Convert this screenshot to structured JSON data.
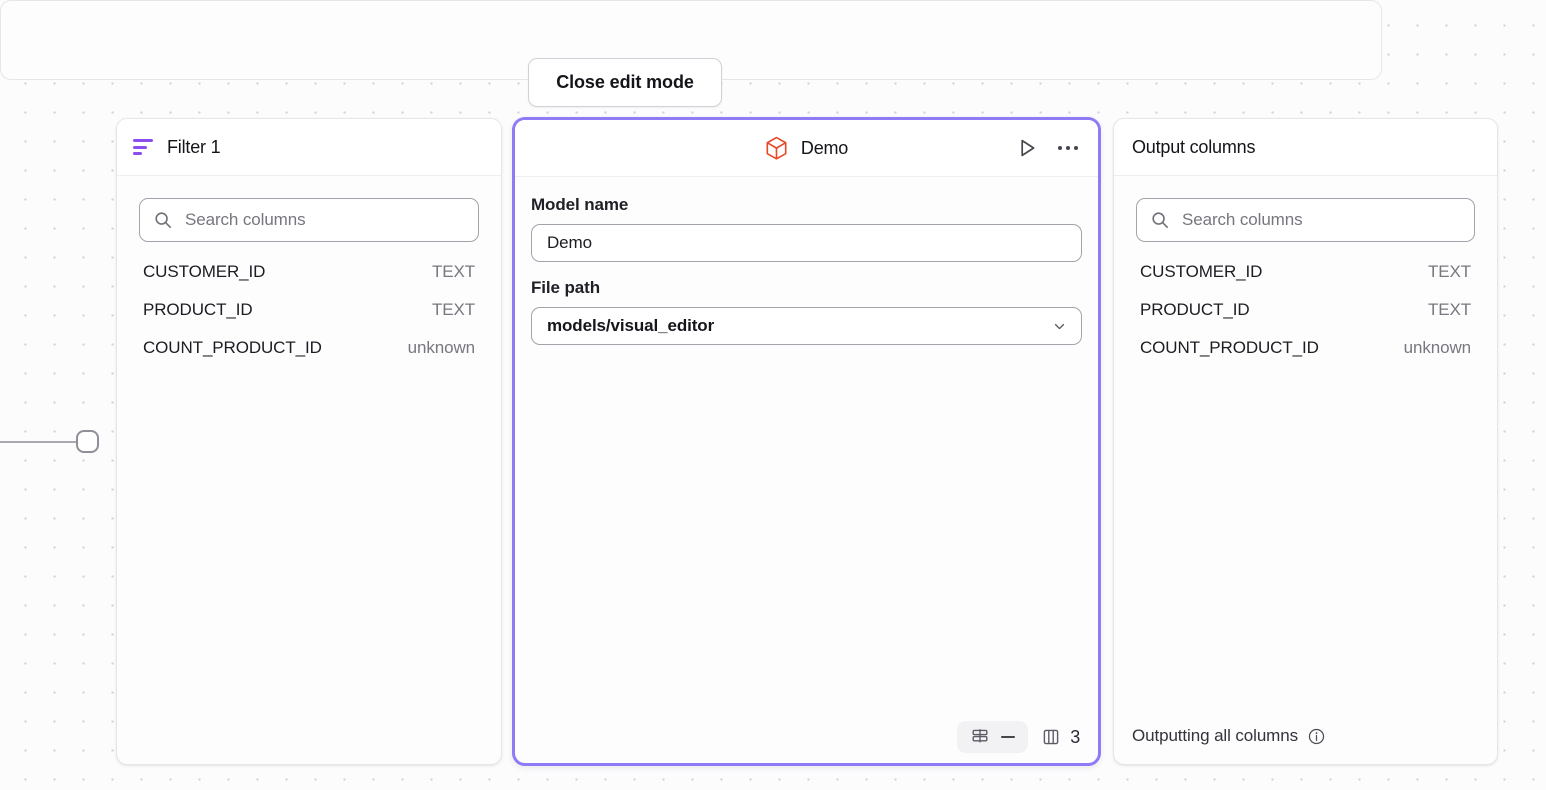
{
  "canvas": {
    "background_color": "#fcfcfd",
    "dot_color": "#cfcfd6",
    "selection_color": "#8e7bf5"
  },
  "toolbar": {
    "close_edit_mode_label": "Close edit mode"
  },
  "edge": {
    "handle_name": "connector-handle"
  },
  "filter_node": {
    "title": "Filter 1",
    "icon": "filter-icon",
    "icon_color": "#8b4df0",
    "search": {
      "placeholder": "Search columns",
      "icon": "search-icon",
      "value": ""
    },
    "columns": [
      {
        "name": "CUSTOMER_ID",
        "type": "TEXT"
      },
      {
        "name": "PRODUCT_ID",
        "type": "TEXT"
      },
      {
        "name": "COUNT_PRODUCT_ID",
        "type": "unknown"
      }
    ]
  },
  "demo_node": {
    "title": "Demo",
    "icon": "cube-icon",
    "icon_color": "#e8492b",
    "actions": {
      "run_icon": "play-icon",
      "more_icon": "ellipsis-icon"
    },
    "fields": {
      "model_name_label": "Model name",
      "model_name_value": "Demo",
      "file_path_label": "File path",
      "file_path_value": "models/visual_editor",
      "file_path_chevron": "chevron-down-icon"
    },
    "stats": {
      "rows_icon": "rows-icon",
      "rows_value": "—",
      "columns_icon": "columns-icon",
      "columns_value": "3"
    }
  },
  "output_node": {
    "title": "Output columns",
    "search": {
      "placeholder": "Search columns",
      "icon": "search-icon",
      "value": ""
    },
    "columns": [
      {
        "name": "CUSTOMER_ID",
        "type": "TEXT"
      },
      {
        "name": "PRODUCT_ID",
        "type": "TEXT"
      },
      {
        "name": "COUNT_PRODUCT_ID",
        "type": "unknown"
      }
    ],
    "footer_text": "Outputting all columns",
    "footer_icon": "info-icon"
  }
}
